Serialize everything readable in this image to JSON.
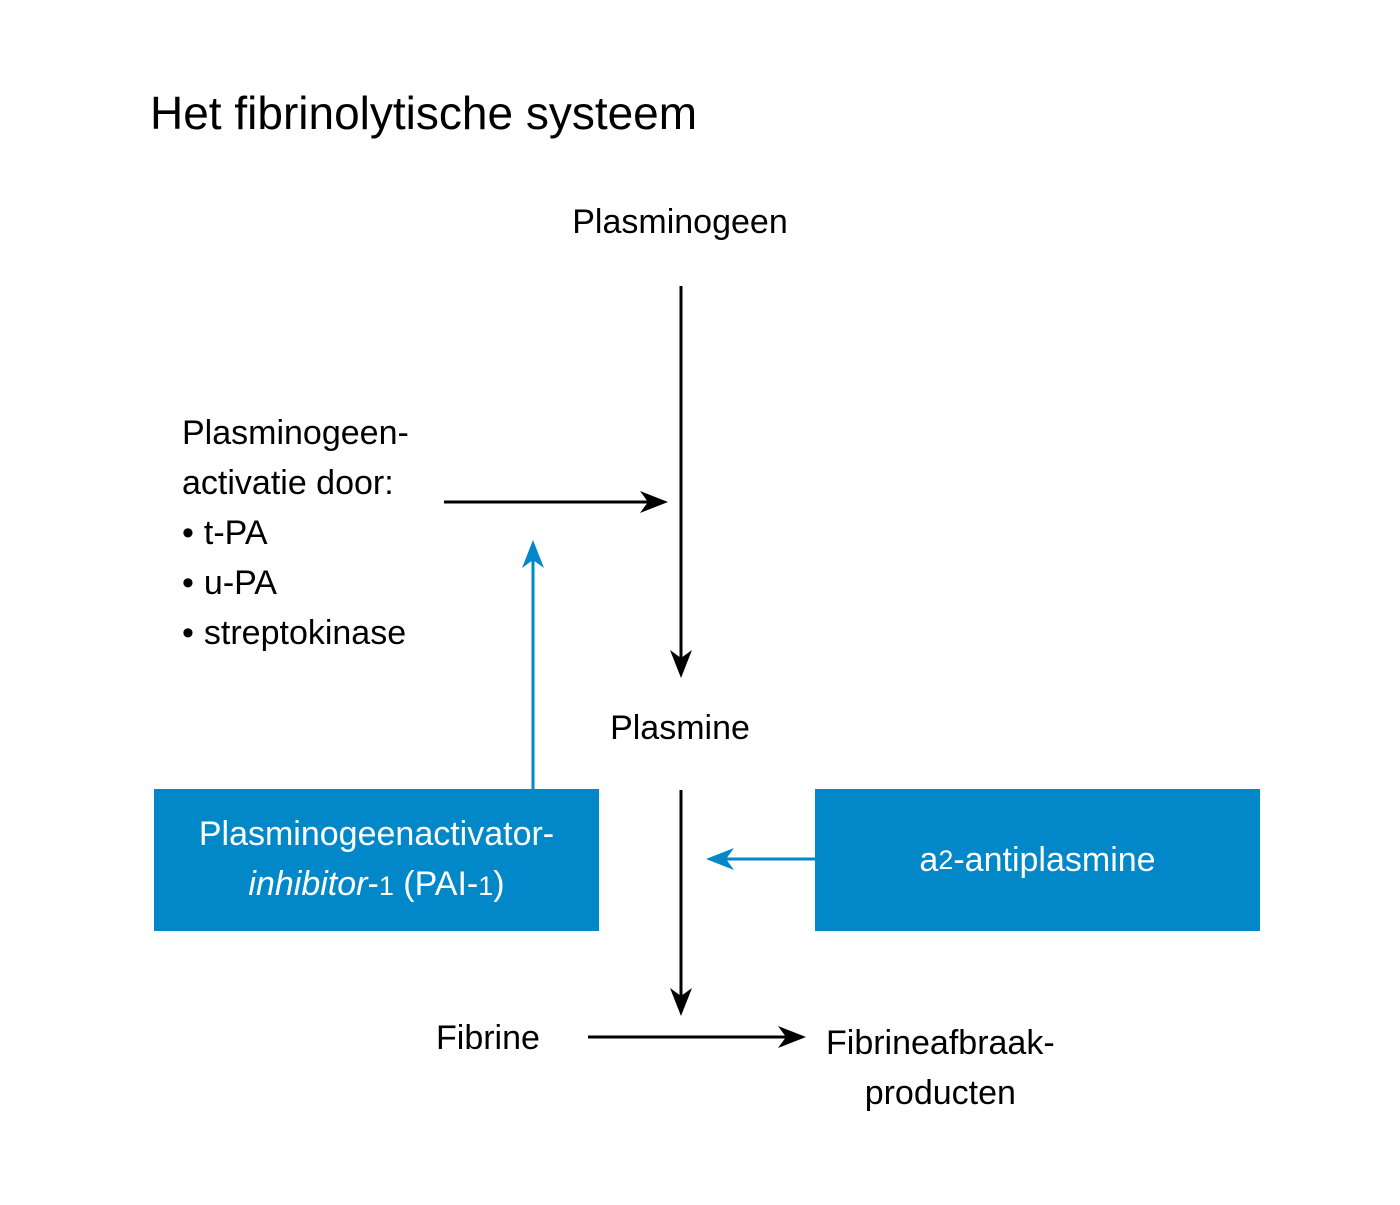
{
  "title": "Het fibrinolytische systeem",
  "nodes": {
    "plasminogen": "Plasminogeen",
    "plasmin": "Plasmine",
    "fibrin": "Fibrine",
    "fdp_line1": "Fibrineafbraak-",
    "fdp_line2": "producten"
  },
  "activation": {
    "line1": "Plasminogeen-",
    "line2": "activatie door:",
    "items": [
      "t-PA",
      "u-PA",
      "streptokinase"
    ]
  },
  "pai_box": {
    "line1": "Plasminogeenactivator-",
    "italic": "inhibitor",
    "dash": "-",
    "sub1": "1",
    "paren_open": " (PAI-",
    "sub2": "1",
    "paren_close": ")"
  },
  "a2_box": {
    "prefix": "a",
    "sub": "2",
    "suffix": "-antiplasmine"
  },
  "colors": {
    "black_arrow": "#000000",
    "blue_arrow": "#0288c9",
    "box_fill": "#0288c9",
    "box_text": "#ffffff"
  }
}
